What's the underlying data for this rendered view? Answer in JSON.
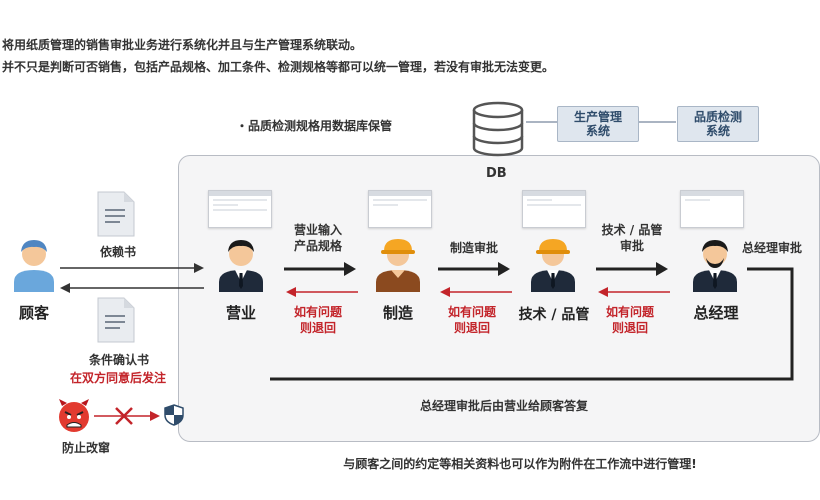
{
  "intro": {
    "line1": "将用纸质管理的销售审批业务进行系统化并且与生产管理系统联动。",
    "line2": "并不只是判断可否销售，包括产品规格、加工条件、检测规格等都可以统一管理，若没有审批无法变更。"
  },
  "db": {
    "note": "・品质检测规格用数据库保管",
    "label": "DB"
  },
  "systems": {
    "production": "生产管理\n系统",
    "quality": "品质检测\n系统"
  },
  "customer": {
    "label": "顾客",
    "doc_in": "依赖书",
    "doc_out": "条件确认书",
    "doc_out_note": "在双方同意后发注"
  },
  "roles": {
    "sales": "营业",
    "manufacturing": "制造",
    "tech_quality": "技术 / 品管",
    "gm": "总经理"
  },
  "flows": {
    "sales_to_mfg": "营业输入\n产品规格",
    "mfg_to_tech": "制造审批",
    "tech_to_gm": "技术 / 品管\n审批",
    "gm_approval": "总经理审批",
    "return_label": "如有问题\n则退回",
    "loop_back": "总经理审批后由营业给顾客答复"
  },
  "tamper": {
    "label": "防止改窜"
  },
  "footer": "与顾客之间的约定等相关资料也可以作为附件在工作流中进行管理!",
  "colors": {
    "arrow": "#222222",
    "return": "#c3242a",
    "system_box": "#dfe6ee",
    "panel": "#f5f5f6"
  }
}
